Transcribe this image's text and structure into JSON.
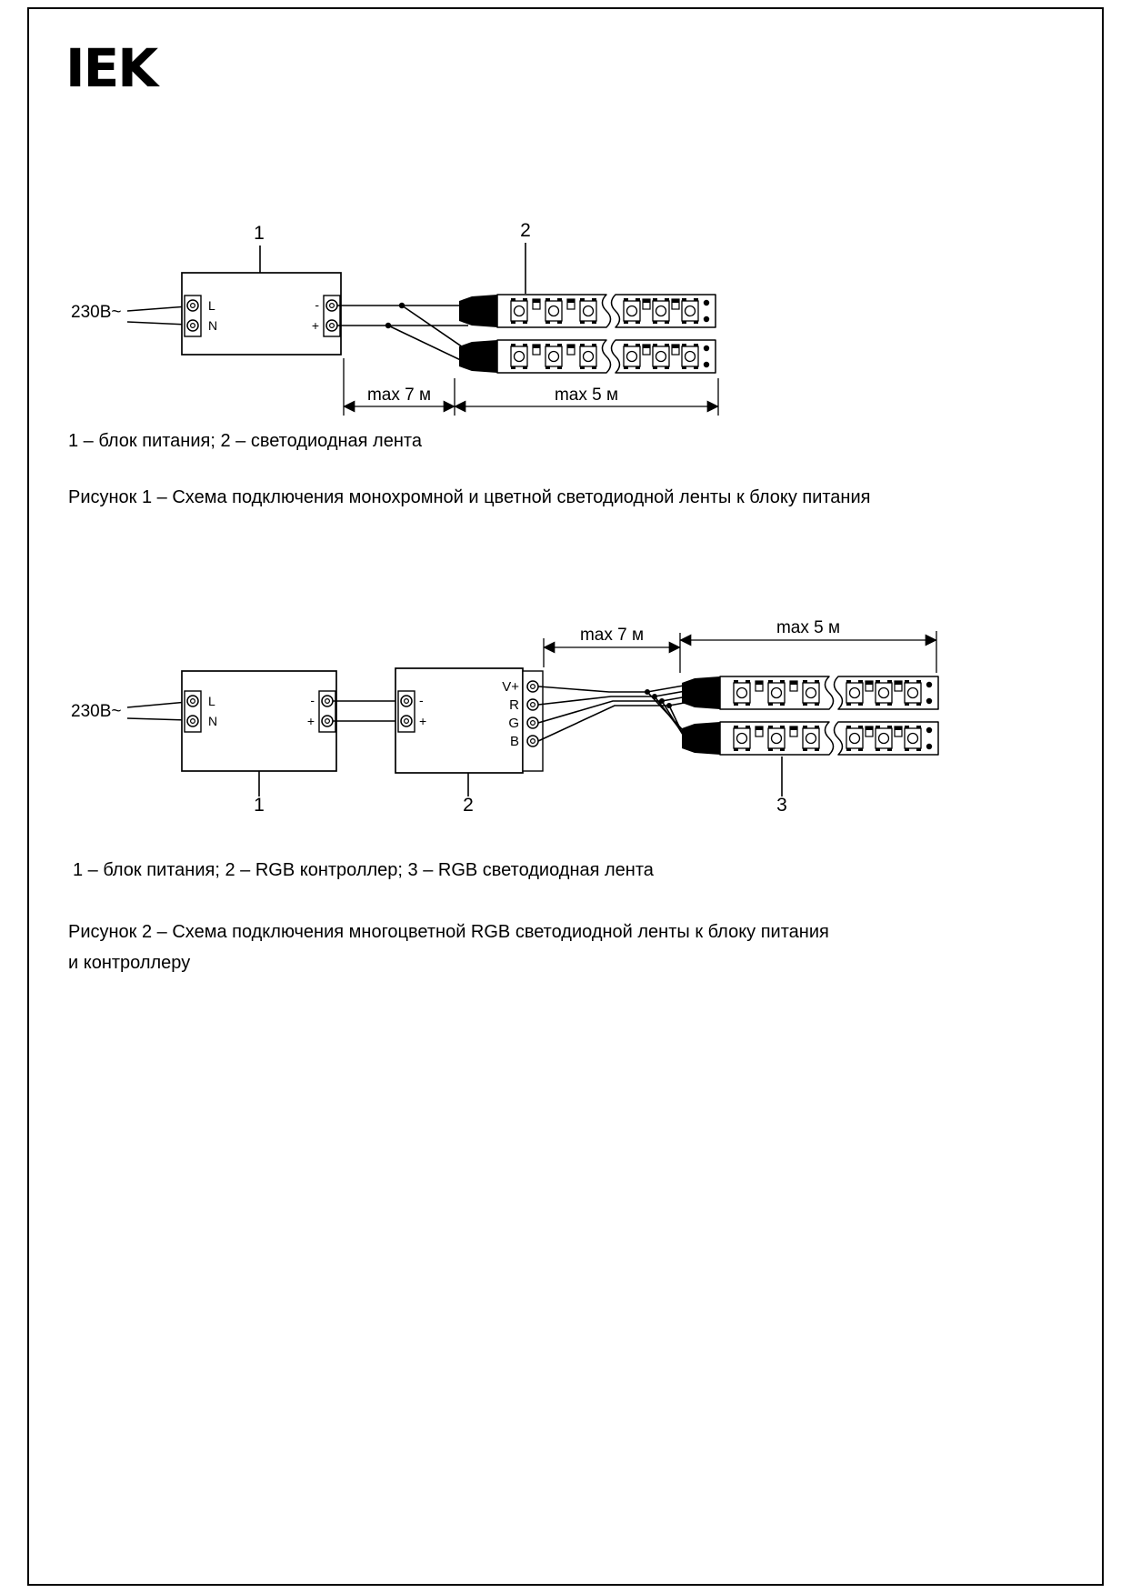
{
  "page": {
    "logo": "IEK"
  },
  "fig1": {
    "marker_1": "1",
    "marker_2": "2",
    "voltage": "230В~",
    "terminal_l": "L",
    "terminal_n": "N",
    "terminal_minus": "-",
    "terminal_plus": "+",
    "dim_7m": "max 7 м",
    "dim_5m": "max 5 м",
    "caption": "1 – блок питания; 2 – светодиодная лента",
    "title": "Рисунок 1 – Схема подключения монохромной и цветной светодиодной ленты к блоку питания"
  },
  "fig2": {
    "marker_1": "1",
    "marker_2": "2",
    "marker_3": "3",
    "voltage": "230В~",
    "terminal_l": "L",
    "terminal_n": "N",
    "terminal_minus": "-",
    "terminal_plus": "+",
    "ctrl_minus": "-",
    "ctrl_plus": "+",
    "out_vplus": "V+",
    "out_r": "R",
    "out_g": "G",
    "out_b": "B",
    "dim_7m": "max 7 м",
    "dim_5m": "max 5 м",
    "caption": "1 – блок питания; 2 – RGB контроллер; 3 – RGB светодиодная лента",
    "title_line1": "Рисунок 2 – Схема подключения многоцветной RGB светодиодной ленты к блоку питания",
    "title_line2": "и контроллеру"
  }
}
